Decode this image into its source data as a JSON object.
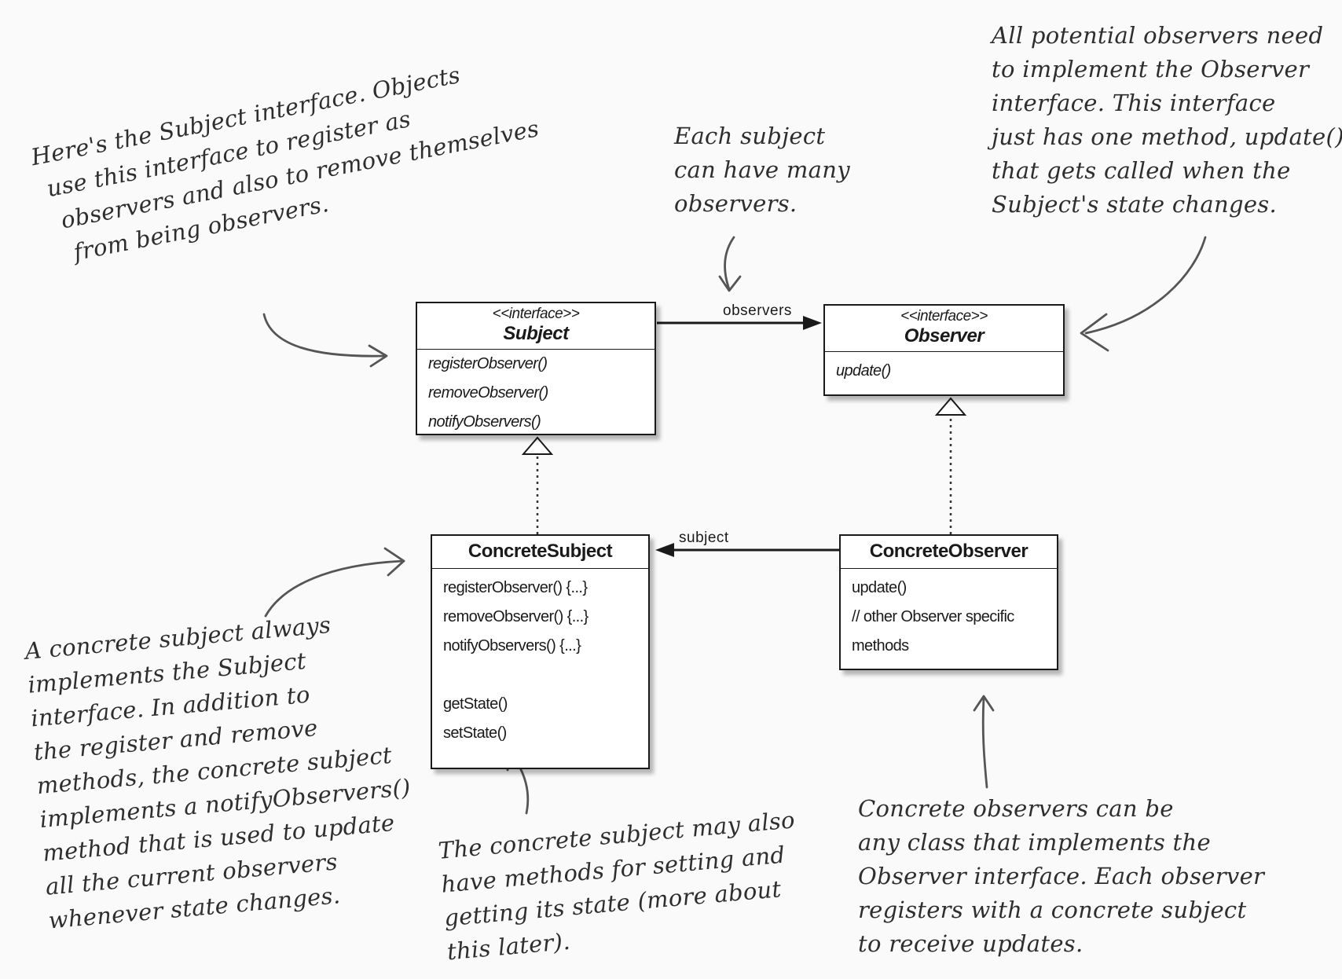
{
  "classes": {
    "subject": {
      "stereotype": "<<interface>>",
      "name": "Subject",
      "methods": [
        "registerObserver()",
        "removeObserver()",
        "notifyObservers()"
      ]
    },
    "observer": {
      "stereotype": "<<interface>>",
      "name": "Observer",
      "methods": [
        "update()"
      ]
    },
    "concrete_subject": {
      "name": "ConcreteSubject",
      "methods": [
        "registerObserver() {...}",
        "removeObserver() {...}",
        "notifyObservers() {...}"
      ],
      "state_methods": [
        "getState()",
        "setState()"
      ]
    },
    "concrete_observer": {
      "name": "ConcreteObserver",
      "methods": [
        "update()",
        "// other Observer specific",
        "methods"
      ]
    }
  },
  "associations": {
    "observers_label": "observers",
    "subject_label": "subject"
  },
  "notes": {
    "subject_interface": [
      "Here's the Subject interface. Objects",
      "use this interface to register as",
      "observers and also to remove themselves",
      "from being observers."
    ],
    "many_observers": [
      "Each subject",
      "can have many",
      "observers."
    ],
    "observer_interface": [
      "All potential observers need",
      "to implement the Observer",
      "interface.  This interface",
      "just has one method, update(),",
      "that gets called when the",
      "Subject's state changes."
    ],
    "concrete_subject": [
      "A concrete subject always",
      "implements the Subject",
      "interface.  In addition to",
      "the register and remove",
      "methods, the concrete subject",
      "implements a notifyObservers()",
      "method that is used to update",
      "all the current observers",
      "whenever state changes."
    ],
    "state_methods": [
      "The concrete subject may also",
      "have methods for setting and",
      "getting its state (more about",
      "this later)."
    ],
    "concrete_observers": [
      "Concrete observers can be",
      "any class that implements the",
      "Observer interface.  Each observer",
      "registers with a concrete subject",
      "to receive updates."
    ]
  }
}
